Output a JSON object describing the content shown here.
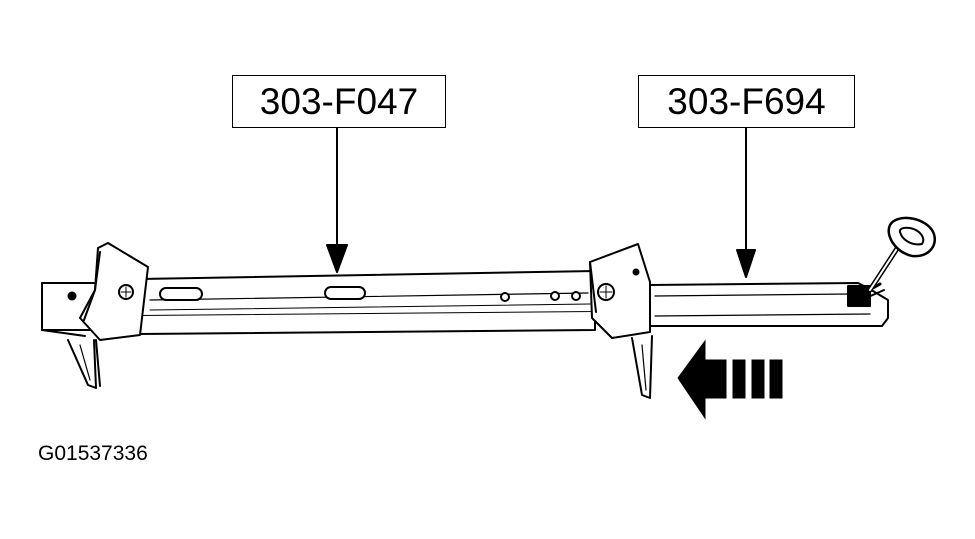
{
  "callouts": {
    "tool_a": "303-F047",
    "tool_b": "303-F694"
  },
  "figure_id": "G01537336",
  "colors": {
    "line": "#000000",
    "background": "#ffffff"
  }
}
